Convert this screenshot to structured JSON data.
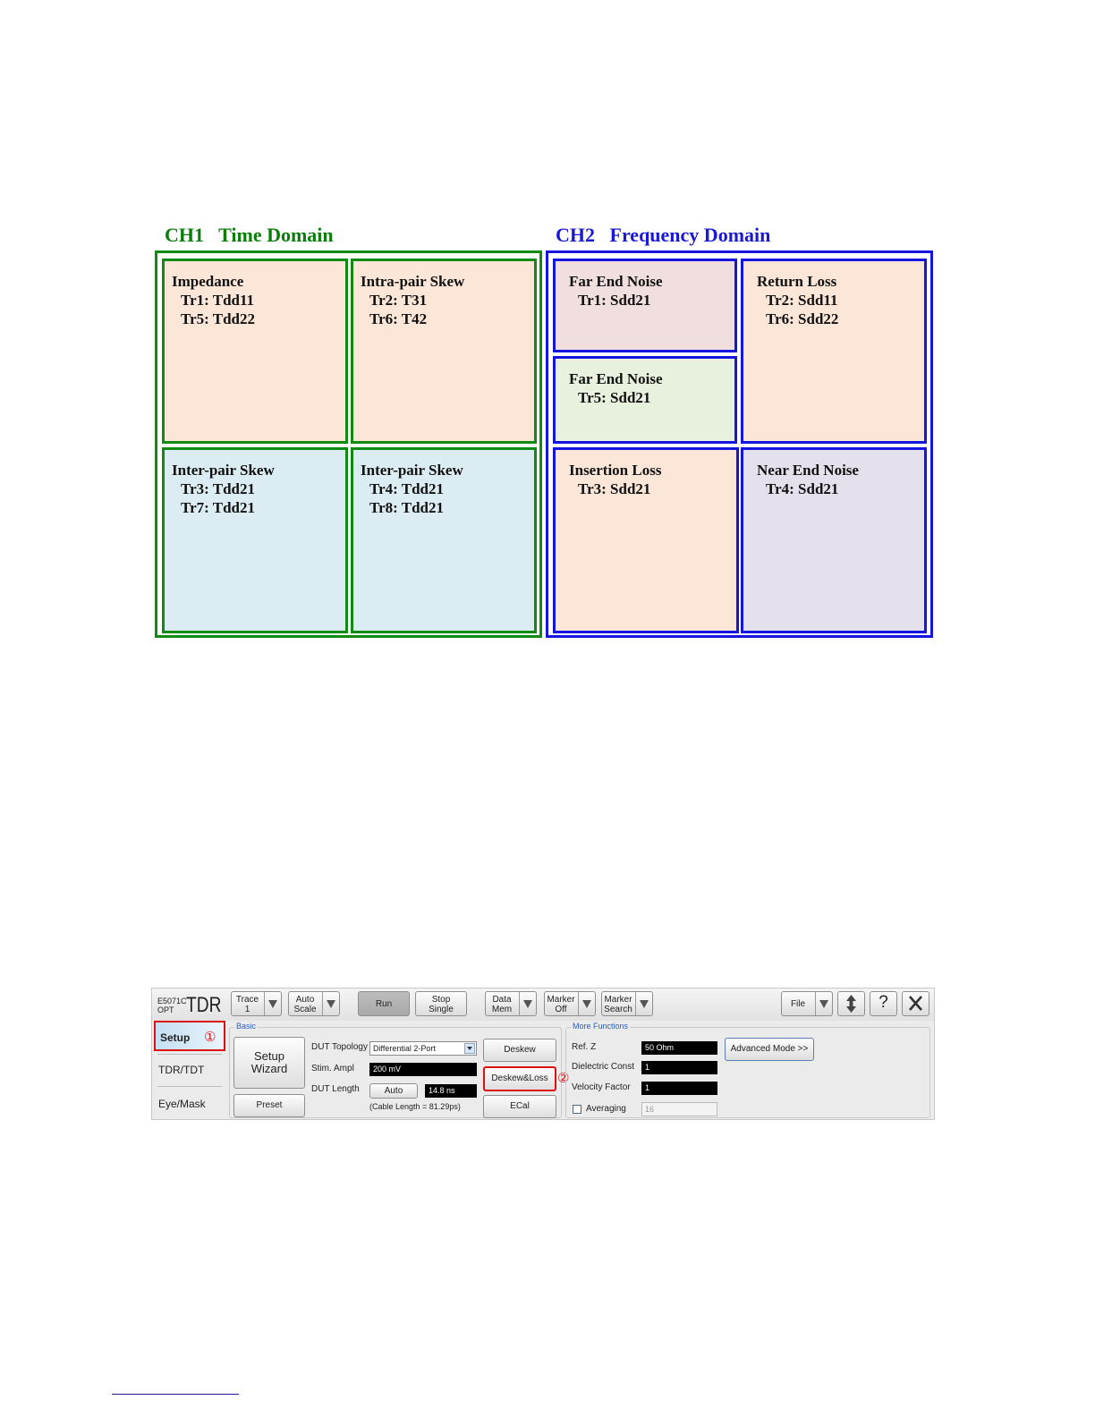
{
  "diagram": {
    "ch1": {
      "title": "CH1   Time Domain",
      "cells": [
        {
          "title": "Impedance",
          "lines": [
            "Tr1: Tdd11",
            "Tr5: Tdd22"
          ]
        },
        {
          "title": "Intra-pair Skew",
          "lines": [
            "Tr2: T31",
            "Tr6: T42"
          ]
        },
        {
          "title": "Inter-pair Skew",
          "lines": [
            "Tr3: Tdd21",
            "Tr7: Tdd21"
          ]
        },
        {
          "title": "Inter-pair Skew",
          "lines": [
            "Tr4: Tdd21",
            "Tr8: Tdd21"
          ]
        }
      ]
    },
    "ch2": {
      "title": "CH2   Frequency Domain",
      "cells": [
        {
          "title": "Far End Noise",
          "lines": [
            "Tr1: Sdd21"
          ]
        },
        {
          "title": "Far End Noise",
          "lines": [
            "Tr5: Sdd21"
          ]
        },
        {
          "title": "Return Loss",
          "lines": [
            "Tr2: Sdd11",
            "Tr6: Sdd22"
          ]
        },
        {
          "title": "Insertion Loss",
          "lines": [
            "Tr3: Sdd21"
          ]
        },
        {
          "title": "Near End Noise",
          "lines": [
            "Tr4: Sdd21"
          ]
        }
      ]
    },
    "colors": {
      "ch1": "#118a11",
      "ch2": "#1515e0"
    }
  },
  "toolbar": {
    "brand_small": "E5071C OPT",
    "brand_big": "TDR",
    "trace": {
      "line1": "Trace",
      "line2": "1"
    },
    "auto_scale": {
      "line1": "Auto",
      "line2": "Scale"
    },
    "run": "Run",
    "stop_single": {
      "line1": "Stop",
      "line2": "Single"
    },
    "data_mem": {
      "line1": "Data",
      "line2": "Mem"
    },
    "marker_off": {
      "line1": "Marker",
      "line2": "Off"
    },
    "marker_search": {
      "line1": "Marker",
      "line2": "Search"
    },
    "file": "File",
    "help": "?"
  },
  "sidebar": {
    "items": [
      "Setup",
      "TDR/TDT",
      "Eye/Mask"
    ],
    "marker1": "①"
  },
  "basic": {
    "title": "Basic",
    "setup_wizard": {
      "line1": "Setup",
      "line2": "Wizard"
    },
    "preset": "Preset",
    "dut_topology_label": "DUT Topology",
    "dut_topology_value": "Differential 2-Port",
    "stim_ampl_label": "Stim. Ampl",
    "stim_ampl_value": "200 mV",
    "dut_length_label": "DUT Length",
    "auto_button": "Auto",
    "dut_length_value": "14.8 ns",
    "cable_length": "(Cable Length =   81.29ps)",
    "deskew": "Deskew",
    "deskew_loss": "Deskew&Loss",
    "ecal": "ECal",
    "marker2": "②"
  },
  "more": {
    "title": "More Functions",
    "ref_z_label": "Ref. Z",
    "ref_z_value": "50 Ohm",
    "dielectric_label": "Dielectric Const",
    "dielectric_value": "1",
    "velocity_label": "Velocity Factor",
    "velocity_value": "1",
    "averaging_label": "Averaging",
    "averaging_value": "16",
    "advanced_mode": "Advanced Mode >>"
  }
}
